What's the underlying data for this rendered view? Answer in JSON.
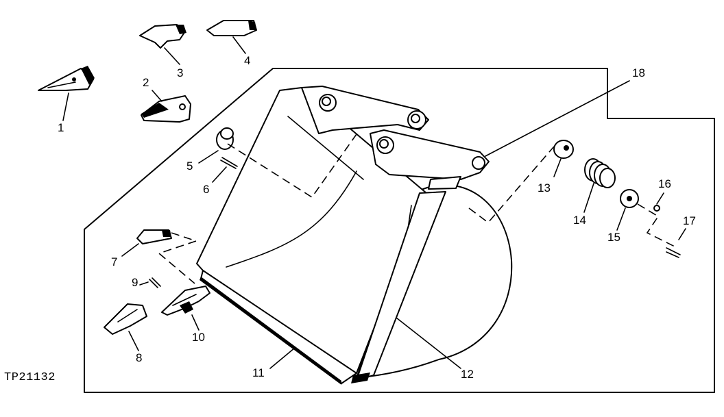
{
  "figure_id": "TP21132",
  "callouts": [
    "1",
    "2",
    "3",
    "4",
    "5",
    "6",
    "7",
    "8",
    "9",
    "10",
    "11",
    "12",
    "13",
    "14",
    "15",
    "16",
    "17",
    "18"
  ]
}
